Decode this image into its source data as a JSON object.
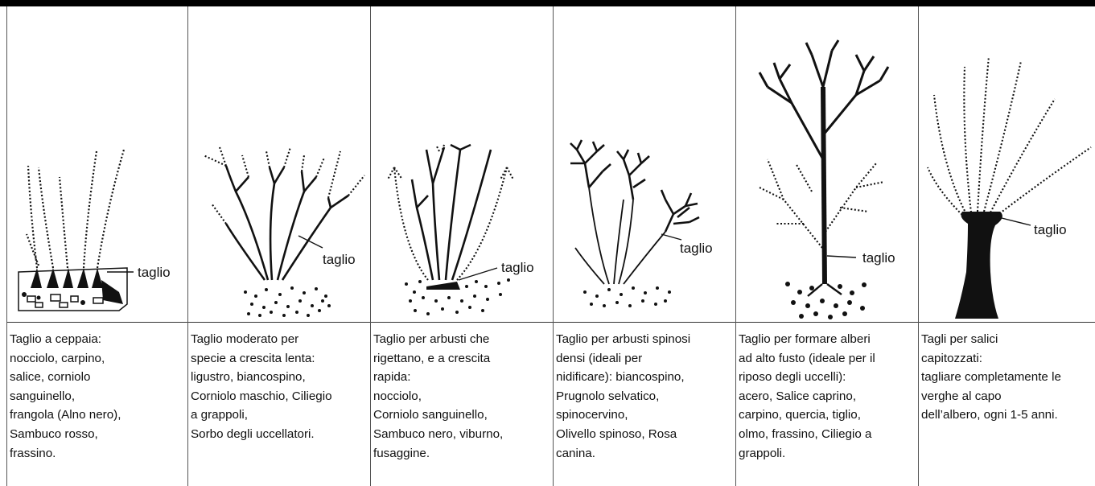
{
  "label": "taglio",
  "columns": [
    {
      "id": "ceppaia",
      "caption": "Taglio a ceppaia:\nnocciolo, carpino,\nsalice, corniolo\nsanguinello,\nfrangola (Alno nero),\nSambuco rosso,\nfrassino."
    },
    {
      "id": "moderato",
      "caption": "Taglio moderato per\nspecie a crescita lenta:\nligustro, biancospino,\nCorniolo maschio, Ciliegio\na grappoli,\nSorbo degli uccellatori."
    },
    {
      "id": "arbusti-rigettano",
      "caption": "Taglio per arbusti che\nrigettano, e a crescita\nrapida:\nnocciolo,\nCorniolo sanguinello,\nSambuco nero, viburno,\nfusaggine."
    },
    {
      "id": "arbusti-spinosi",
      "caption": "Taglio per arbusti spinosi\ndensi (ideali per\nnidificare): biancospino,\nPrugnolo selvatico,\nspinocervino,\nOlivello spinoso, Rosa\ncanina."
    },
    {
      "id": "alto-fusto",
      "caption": "Taglio per formare alberi\nad alto fusto (ideale per il\nriposo degli uccelli):\nacero, Salice caprino,\ncarpino, quercia, tiglio,\nolmo, frassino, Ciliegio a\ngrappoli."
    },
    {
      "id": "salici",
      "caption": "Tagli per salici\ncapitozzati:\ntagliare completamente le\nverghe al capo\ndell’albero, ogni 1-5 anni."
    }
  ]
}
